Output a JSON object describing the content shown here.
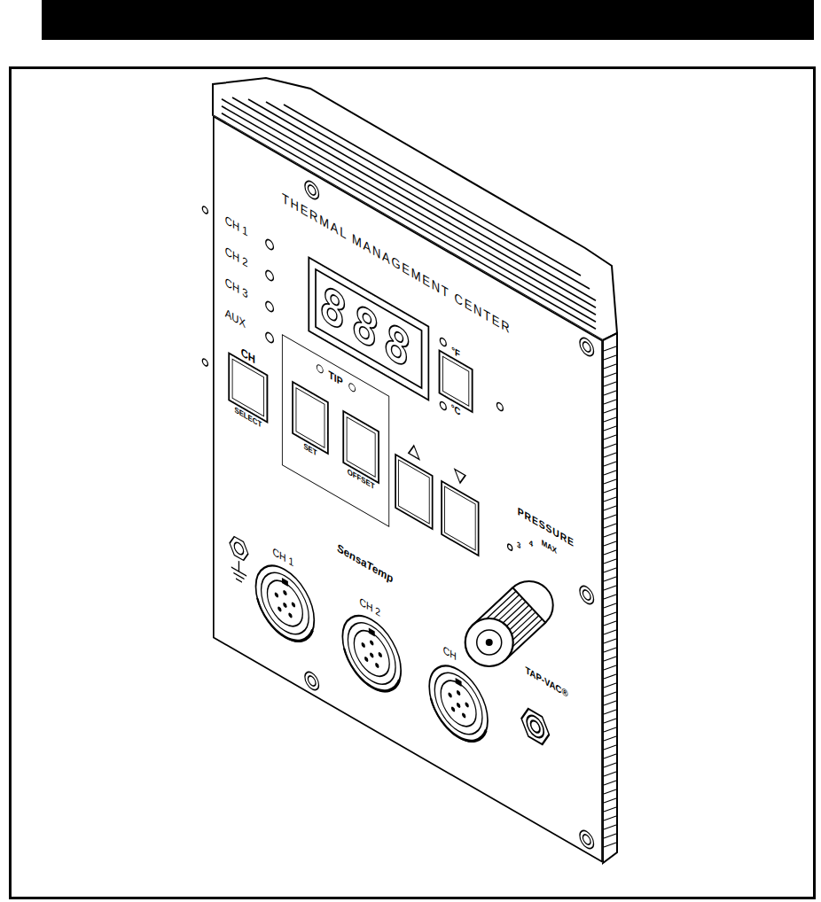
{
  "diagram": {
    "nodes": [
      {
        "text": [
          "888"
        ]
      },
      {
        "text": [
          "°F",
          "°C"
        ]
      },
      {
        "text": [
          "CH",
          "SELECT"
        ]
      },
      {
        "text": [
          "TIP"
        ]
      },
      {
        "text": [
          "SET"
        ],
        "in": 3
      },
      {
        "text": [
          "OFFSET"
        ],
        "in": 3
      }
    ],
    "labels": [
      "THERMAL MANAGEMENT CENTER",
      "CH 1",
      "CH 2",
      "CH 3",
      "AUX",
      "CH 1",
      "CH 2",
      "CH",
      "SensaTemp",
      "PRESSURE",
      "3",
      "4",
      "MAX",
      "TAP-VAC®"
    ]
  }
}
